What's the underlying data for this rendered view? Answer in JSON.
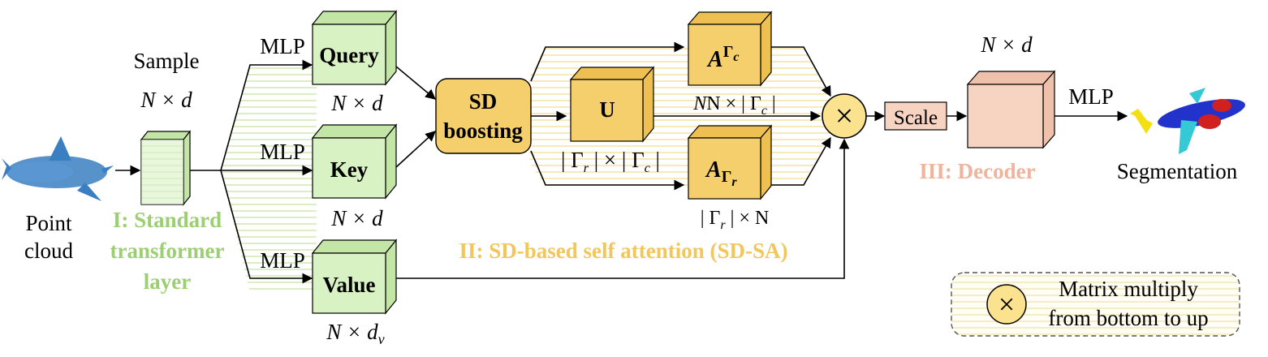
{
  "input": {
    "label_line1": "Point",
    "label_line2": "cloud"
  },
  "sample": {
    "label": "Sample",
    "dim": "N × d"
  },
  "stage1": {
    "line1": "I: Standard",
    "line2": "transformer",
    "line3": "layer"
  },
  "mlp_labels": [
    "MLP",
    "MLP",
    "MLP"
  ],
  "query": {
    "label": "Query",
    "dim": "N × d"
  },
  "key": {
    "label": "Key",
    "dim": "N × d"
  },
  "value": {
    "label": "Value",
    "dim_base": "N × d",
    "dim_sub": "v"
  },
  "sd_boosting": {
    "line1": "SD",
    "line2": "boosting"
  },
  "u_block": {
    "label": "U",
    "dim": "| Γ",
    "dim_sub_r": "r",
    "dim_mid": " | × | Γ",
    "dim_sub_c": "c",
    "dim_end": " |"
  },
  "a_top": {
    "label": "A",
    "sup": "Γ",
    "sup_sub": "c",
    "dim_a": "N × | Γ",
    "dim_sub": "c",
    "dim_end": " |"
  },
  "a_bottom": {
    "label": "A",
    "sub": "Γ",
    "sub_sub": "r",
    "dim_a": "| Γ",
    "dim_sub": "r",
    "dim_end": " | × N"
  },
  "stage2": {
    "label": "II: SD-based self attention (SD-SA)"
  },
  "multiply_symbol": "×",
  "scale": {
    "label": "Scale"
  },
  "decoder": {
    "dim": "N × d"
  },
  "stage3": {
    "label": "III: Decoder"
  },
  "output_mlp": "MLP",
  "output": {
    "label": "Segmentation"
  },
  "legend": {
    "line1": "Matrix multiply",
    "line2": "from bottom to up",
    "symbol": "×"
  },
  "colors": {
    "green_fill": "#d9f2c4",
    "green_side": "#c3e6a6",
    "green_text": "#9ccf72",
    "yellow_fill": "#f5cf6b",
    "yellow_side": "#eec052",
    "yellow_text": "#f2c65a",
    "salmon_fill": "#f7d3c2",
    "salmon_side": "#efc0aa",
    "salmon_text": "#efb49b",
    "circle_fill": "#fbe28f",
    "stripe_green": "#cfe8b3",
    "stripe_yellow": "#f3e2a4"
  }
}
